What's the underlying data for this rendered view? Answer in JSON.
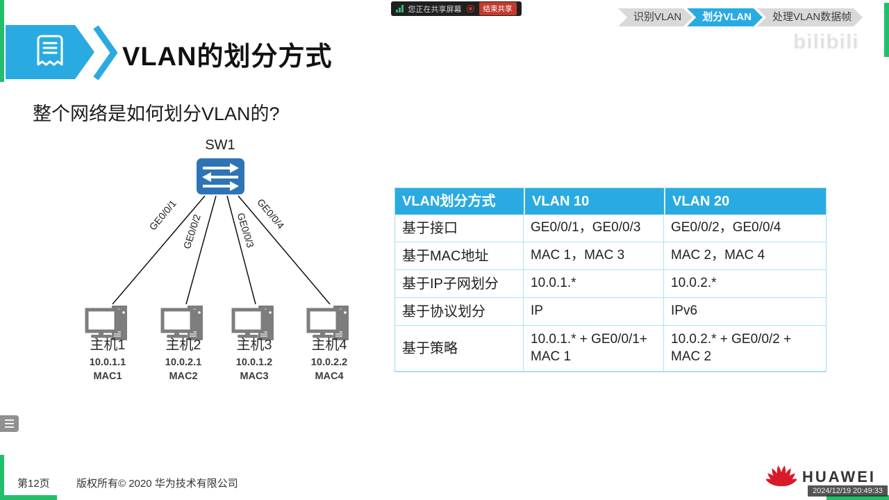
{
  "toolbar": {
    "status_text": "您正在共享屏幕",
    "stop_label": "结束共享"
  },
  "breadcrumb": {
    "items": [
      {
        "label": "识别VLAN",
        "active": false
      },
      {
        "label": "划分VLAN",
        "active": true
      },
      {
        "label": "处理VLAN数据帧",
        "active": false
      }
    ]
  },
  "watermark": {
    "text": "bilibili"
  },
  "slide": {
    "title": "VLAN的划分方式",
    "question": "整个网络是如何划分VLAN的?",
    "diagram": {
      "switch_label": "SW1",
      "ports": [
        "GE0/0/1",
        "GE0/0/2",
        "GE0/0/3",
        "GE0/0/4"
      ],
      "hosts": [
        {
          "name": "主机1",
          "ip": "10.0.1.1",
          "mac": "MAC1"
        },
        {
          "name": "主机2",
          "ip": "10.0.2.1",
          "mac": "MAC2"
        },
        {
          "name": "主机3",
          "ip": "10.0.1.2",
          "mac": "MAC3"
        },
        {
          "name": "主机4",
          "ip": "10.0.2.2",
          "mac": "MAC4"
        }
      ]
    },
    "table": {
      "headers": [
        "VLAN划分方式",
        "VLAN 10",
        "VLAN 20"
      ],
      "rows": [
        [
          "基于接口",
          "GE0/0/1，GE0/0/3",
          "GE0/0/2，GE0/0/4"
        ],
        [
          "基于MAC地址",
          "MAC 1，MAC 3",
          "MAC 2，MAC 4"
        ],
        [
          "基于IP子网划分",
          "10.0.1.*",
          "10.0.2.*"
        ],
        [
          "基于协议划分",
          "IP",
          "IPv6"
        ],
        [
          "基于策略",
          "10.0.1.* + GE0/0/1+ MAC 1",
          "10.0.2.* + GE0/0/2 + MAC 2"
        ]
      ]
    },
    "footer": {
      "page_label": "第12页",
      "copyright": "版权所有© 2020 华为技术有限公司",
      "logo_text": "HUAWEI"
    }
  },
  "timestamp": {
    "text": "2024/12/19 20:49:33"
  },
  "colors": {
    "accent_blue": "#29ABE2",
    "switch_blue": "#2E74B5",
    "frame_green": "#21BF6B",
    "table_border": "#9FDCF3",
    "huawei_red": "#D91A2A",
    "toolbar_dark": "#202020",
    "stop_red": "#C23B2E"
  }
}
